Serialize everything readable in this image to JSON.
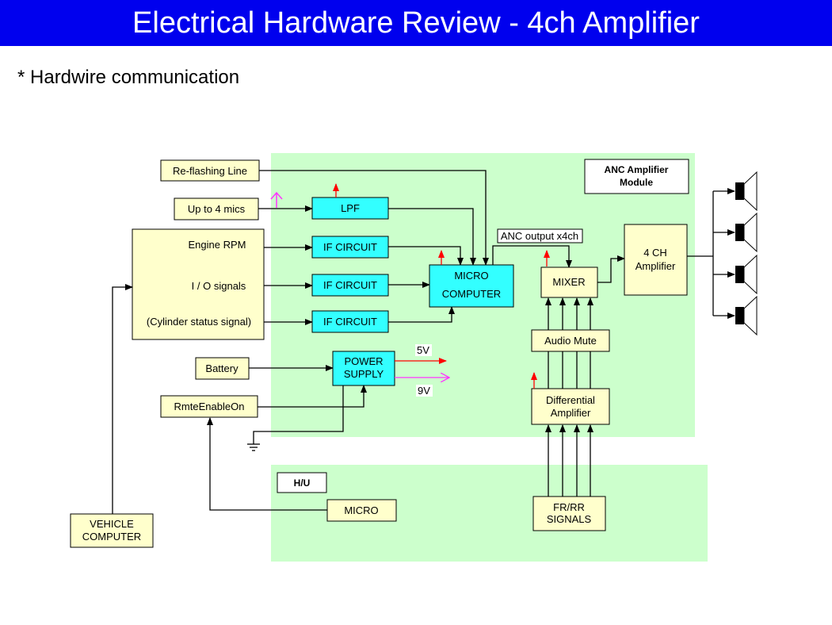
{
  "title": "Electrical Hardware Review - 4ch Amplifier",
  "subtitle": "* Hardwire communication",
  "colors": {
    "title_bar": "#0000ee",
    "region": "#ccffcc",
    "yellow_box": "#ffffcc",
    "cyan_box": "#33ffff",
    "red_arrow": "#ff0000",
    "magenta_arrow": "#ff33ff"
  },
  "regions": {
    "anc_module": "ANC Amplifier Module",
    "anc_module_line1": "ANC Amplifier",
    "anc_module_line2": "Module",
    "head_unit": "H/U"
  },
  "blocks": {
    "reflashing": "Re-flashing Line",
    "mics": "Up to 4 mics",
    "lpf": "LPF",
    "inputs_engine_rpm": "Engine RPM",
    "inputs_io_signals": "I / O signals",
    "inputs_cylinder": "(Cylinder status signal)",
    "if_circuit": "IF CIRCUIT",
    "micro_computer_line1": "MICRO",
    "micro_computer_line2": "COMPUTER",
    "anc_output": "ANC output x4ch",
    "mixer": "MIXER",
    "amp_line1": "4 CH",
    "amp_line2": "Amplifier",
    "audio_mute": "Audio Mute",
    "diff_amp_line1": "Differential",
    "diff_amp_line2": "Amplifier",
    "battery": "Battery",
    "power_supply_line1": "POWER",
    "power_supply_line2": "SUPPLY",
    "v5": "5V",
    "v9": "9V",
    "rmte_enable": "RmteEnableOn",
    "hu_micro": "MICRO",
    "fr_rr_line1": "FR/RR",
    "fr_rr_line2": "SIGNALS",
    "vehicle_line1": "VEHICLE",
    "vehicle_line2": "COMPUTER"
  },
  "speakers": [
    "speaker",
    "speaker",
    "speaker",
    "speaker"
  ]
}
